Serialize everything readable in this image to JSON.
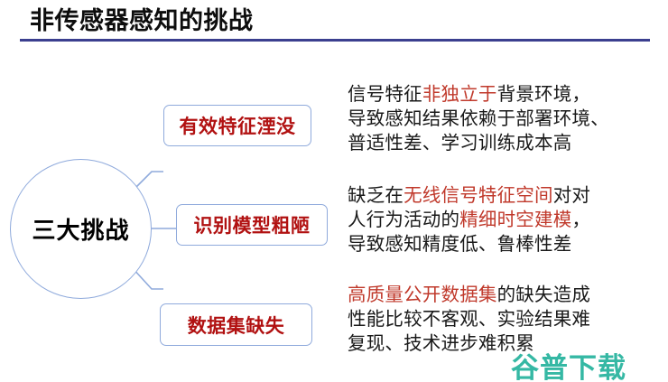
{
  "slide": {
    "title": "非传感器感知的挑战",
    "rule_color": "#3b3f8f",
    "background": "#ffffff"
  },
  "mindmap": {
    "hub": {
      "label": "三大挑战",
      "border_color": "#8faadc",
      "text_color": "#000000"
    },
    "branch_color": "#8faadc",
    "nodes": [
      {
        "label": "有效特征湮没",
        "text_color": "#b11111",
        "border_color": "#8faadc"
      },
      {
        "label": "识别模型粗陋",
        "text_color": "#b11111",
        "border_color": "#8faadc"
      },
      {
        "label": "数据集缺失",
        "text_color": "#b11111",
        "border_color": "#8faadc"
      }
    ]
  },
  "descriptions": [
    {
      "highlight_color": "#c0392b",
      "lines": [
        [
          {
            "t": "信号特征",
            "hl": false
          },
          {
            "t": "非独立于",
            "hl": true
          },
          {
            "t": "背景环境，",
            "hl": false
          }
        ],
        [
          {
            "t": "导致感知结果依赖于部署环境、",
            "hl": false
          }
        ],
        [
          {
            "t": "普适性差、学习训练成本高",
            "hl": false
          }
        ]
      ],
      "plain": "信号特征非独立于背景环境，导致感知结果依赖于部署环境、普适性差、学习训练成本高"
    },
    {
      "highlight_color": "#c0392b",
      "lines": [
        [
          {
            "t": "缺乏在",
            "hl": false
          },
          {
            "t": "无线信号特征空间",
            "hl": true
          },
          {
            "t": "对对",
            "hl": false
          }
        ],
        [
          {
            "t": "人行为活动的",
            "hl": false
          },
          {
            "t": "精细时空建模",
            "hl": true
          },
          {
            "t": "，",
            "hl": false
          }
        ],
        [
          {
            "t": "导致感知精度低、鲁棒性差",
            "hl": false
          }
        ]
      ],
      "plain": "缺乏在无线信号特征空间对对人行为活动的精细时空建模，导致感知精度低、鲁棒性差"
    },
    {
      "highlight_color": "#c0392b",
      "lines": [
        [
          {
            "t": "高质量公开数据集",
            "hl": true
          },
          {
            "t": "的缺失造成",
            "hl": false
          }
        ],
        [
          {
            "t": "性能比较不客观、实验结果难",
            "hl": false
          }
        ],
        [
          {
            "t": "复现、技术进步难积累",
            "hl": false
          }
        ]
      ],
      "plain": "高质量公开数据集的缺失造成性能比较不客观、实验结果难复现、技术进步难积累"
    }
  ],
  "watermark": {
    "text": "谷普下载",
    "color": "#2bb5a0"
  }
}
